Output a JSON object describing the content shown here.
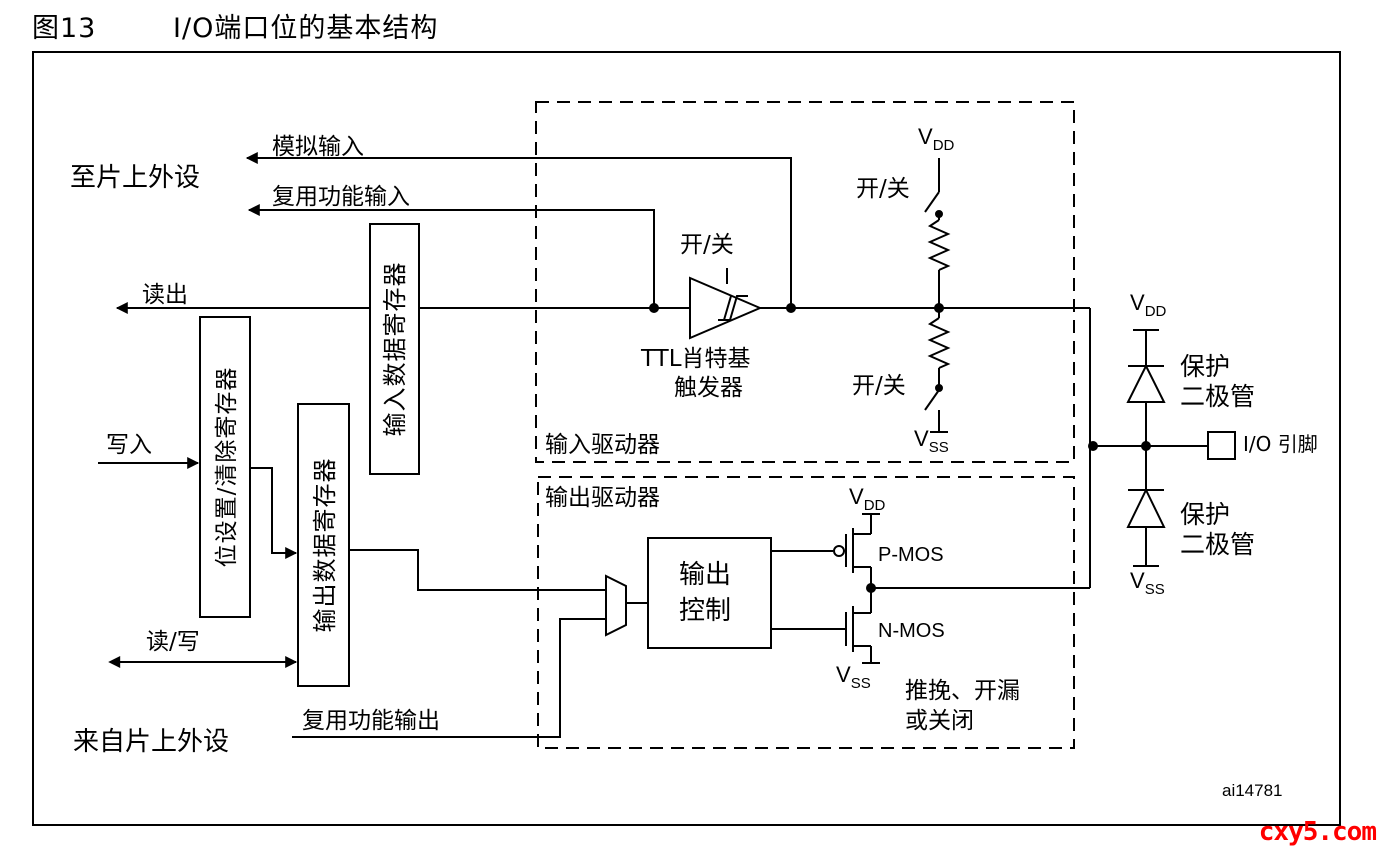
{
  "figure": {
    "number": "图13",
    "title": "I/O端口位的基本结构",
    "id": "ai14781"
  },
  "labels": {
    "to_peripheral": "至片上外设",
    "from_peripheral": "来自片上外设",
    "analog_input": "模拟输入",
    "alt_func_input": "复用功能输入",
    "alt_func_output": "复用功能输出",
    "read": "读出",
    "write": "写入",
    "read_write": "读/写",
    "input_data_register": "输入数据寄存器",
    "output_data_register": "输出数据寄存器",
    "bit_set_reset_register": "位设置/清除寄存器",
    "input_driver": "输入驱动器",
    "output_driver": "输出驱动器",
    "on_off": "开/关",
    "schmitt_line1": "TTL肖特基",
    "schmitt_line2": "触发器",
    "output_control_line1": "输出",
    "output_control_line2": "控制",
    "pmos": "P-MOS",
    "nmos": "N-MOS",
    "output_modes_line1": "推挽、开漏",
    "output_modes_line2": "或关闭",
    "protection_line1": "保护",
    "protection_line2": "二极管",
    "io_pin": "I/O 引脚",
    "vdd": "V",
    "vdd_sub": "DD",
    "vss": "V",
    "vss_sub": "SS"
  },
  "watermark": "cxy5.com"
}
